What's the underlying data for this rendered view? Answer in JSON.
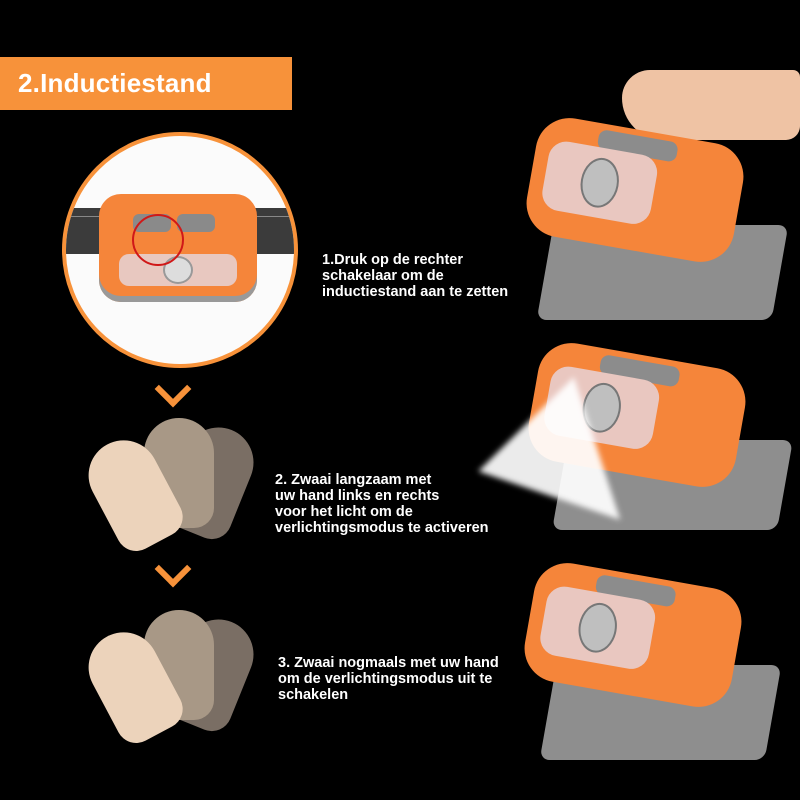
{
  "header": {
    "title": "2.Inductiestand",
    "accent_color": "#f7923a"
  },
  "steps": [
    {
      "number": 1,
      "text": "1.Druk op de rechter\nschakelaar om de\ninductiestand aan te zetten"
    },
    {
      "number": 2,
      "text": "2. Zwaai langzaam met\nuw hand links en rechts\nvoor het licht om de\nverlichtingsmodus te activeren"
    },
    {
      "number": 3,
      "text": "3. Zwaai nogmaals met uw hand\nom de verlichtingsmodus uit te\nschakelen"
    }
  ],
  "illustrations": {
    "detail_circle": "headlamp-closeup-with-sensor-button-highlighted",
    "arrows": [
      "chevron-down-icon",
      "chevron-down-icon"
    ],
    "hands": [
      "waving-hands-icon",
      "waving-hands-icon"
    ],
    "lamps": [
      "headlamp-finger-press",
      "headlamp-beam-on",
      "headlamp-off"
    ]
  }
}
